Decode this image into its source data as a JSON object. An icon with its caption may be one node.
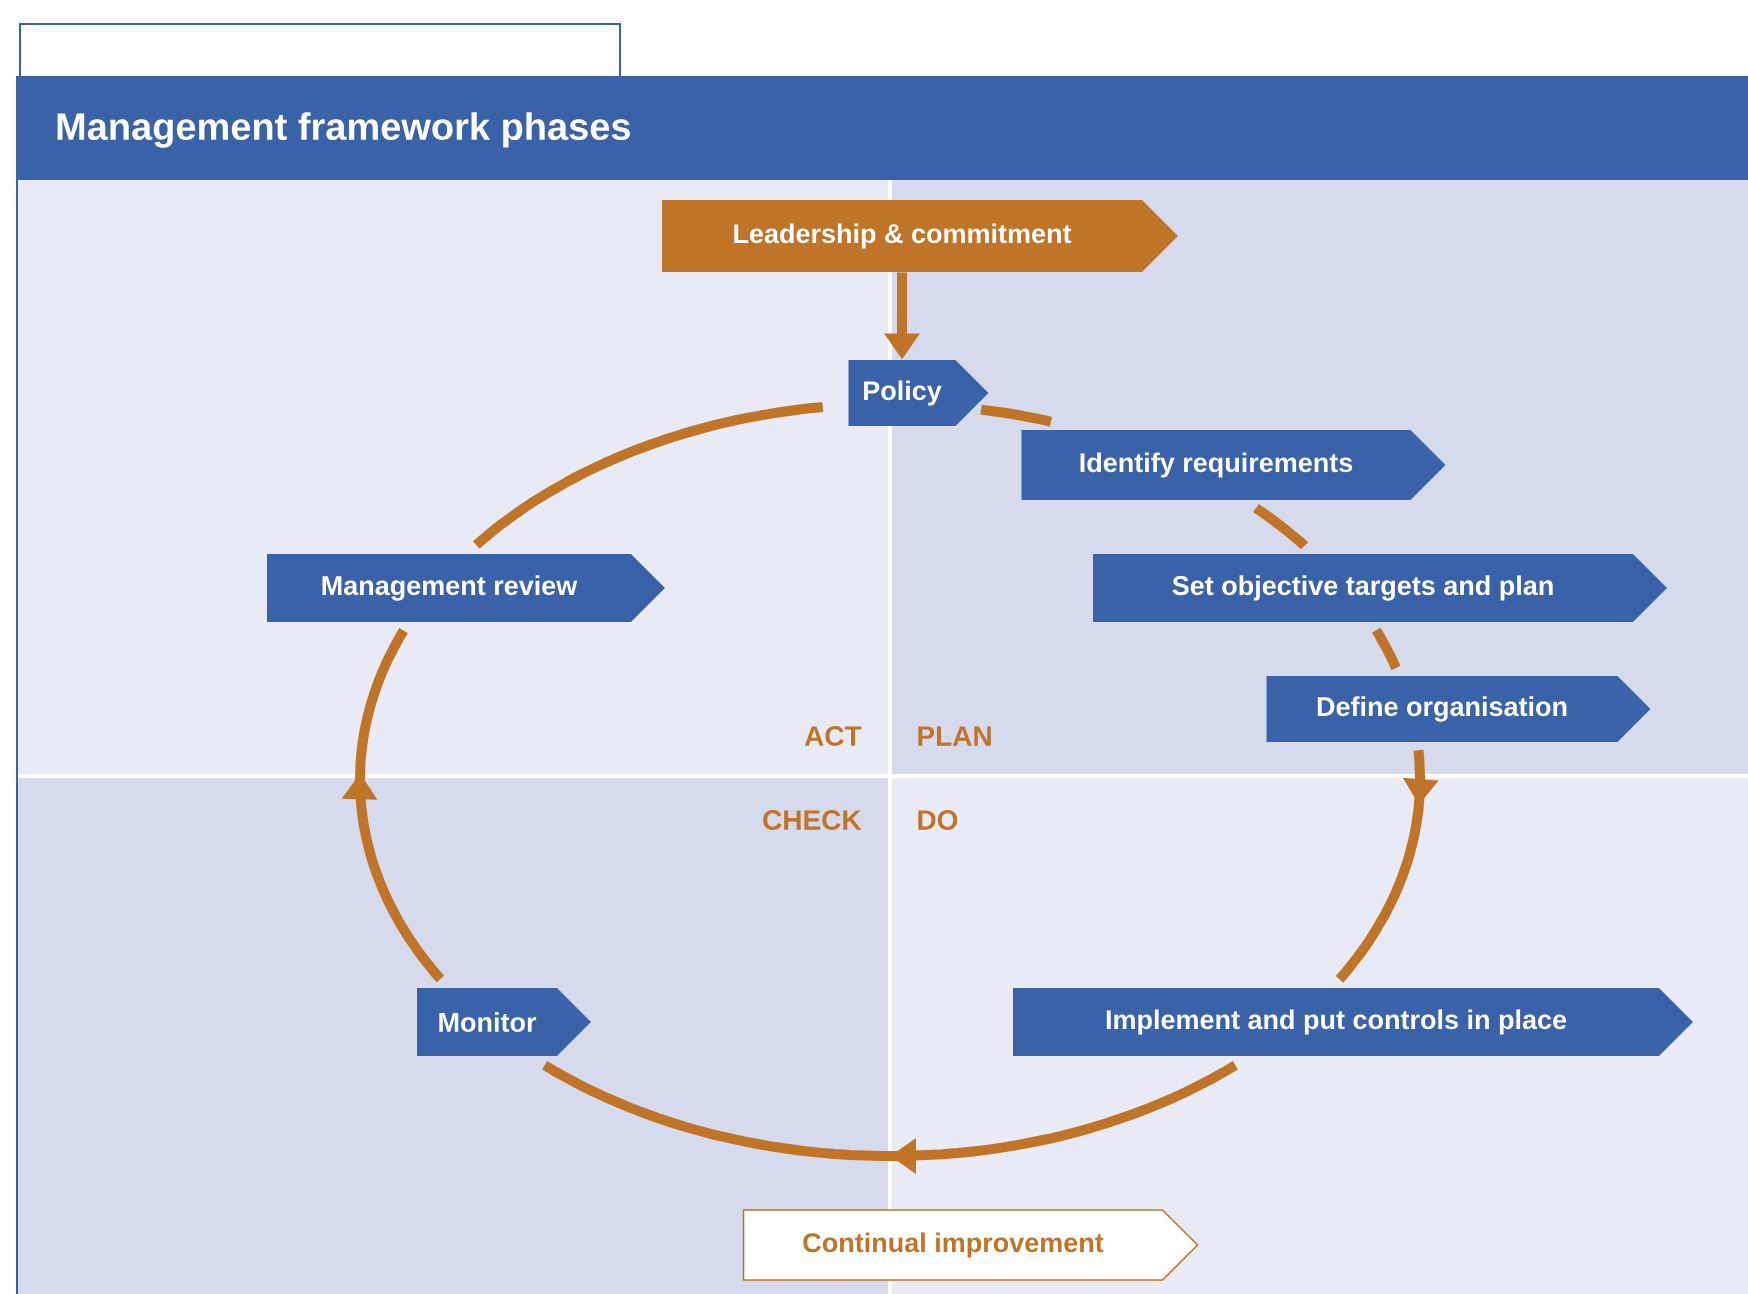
{
  "diagram": {
    "title": "Management framework phases",
    "nodes": [
      {
        "text": [
          "Leadership & commitment"
        ]
      },
      {
        "text": [
          "Policy"
        ]
      },
      {
        "text": [
          "Identify requirements"
        ]
      },
      {
        "text": [
          "Set objective targets and plan"
        ]
      },
      {
        "text": [
          "Define organisation"
        ]
      },
      {
        "text": [
          "Implement and put controls in place"
        ]
      },
      {
        "text": [
          "Monitor"
        ]
      },
      {
        "text": [
          "Management review"
        ]
      },
      {
        "text": [
          "Continual improvement"
        ]
      }
    ],
    "edges": [
      {
        "from": 0,
        "to": 1,
        "arrow": "to"
      },
      {
        "from": 1,
        "to": 2,
        "arrow": "none"
      },
      {
        "from": 2,
        "to": 3,
        "arrow": "none"
      },
      {
        "from": 3,
        "to": 4,
        "arrow": "none"
      },
      {
        "from": 4,
        "to": 5,
        "arrow": "to"
      },
      {
        "from": 5,
        "to": 6,
        "arrow": "to"
      },
      {
        "from": 6,
        "to": 7,
        "arrow": "to"
      },
      {
        "from": 7,
        "to": 1,
        "arrow": "none"
      }
    ],
    "labels": [
      "ACT",
      "PLAN",
      "CHECK",
      "DO"
    ]
  }
}
